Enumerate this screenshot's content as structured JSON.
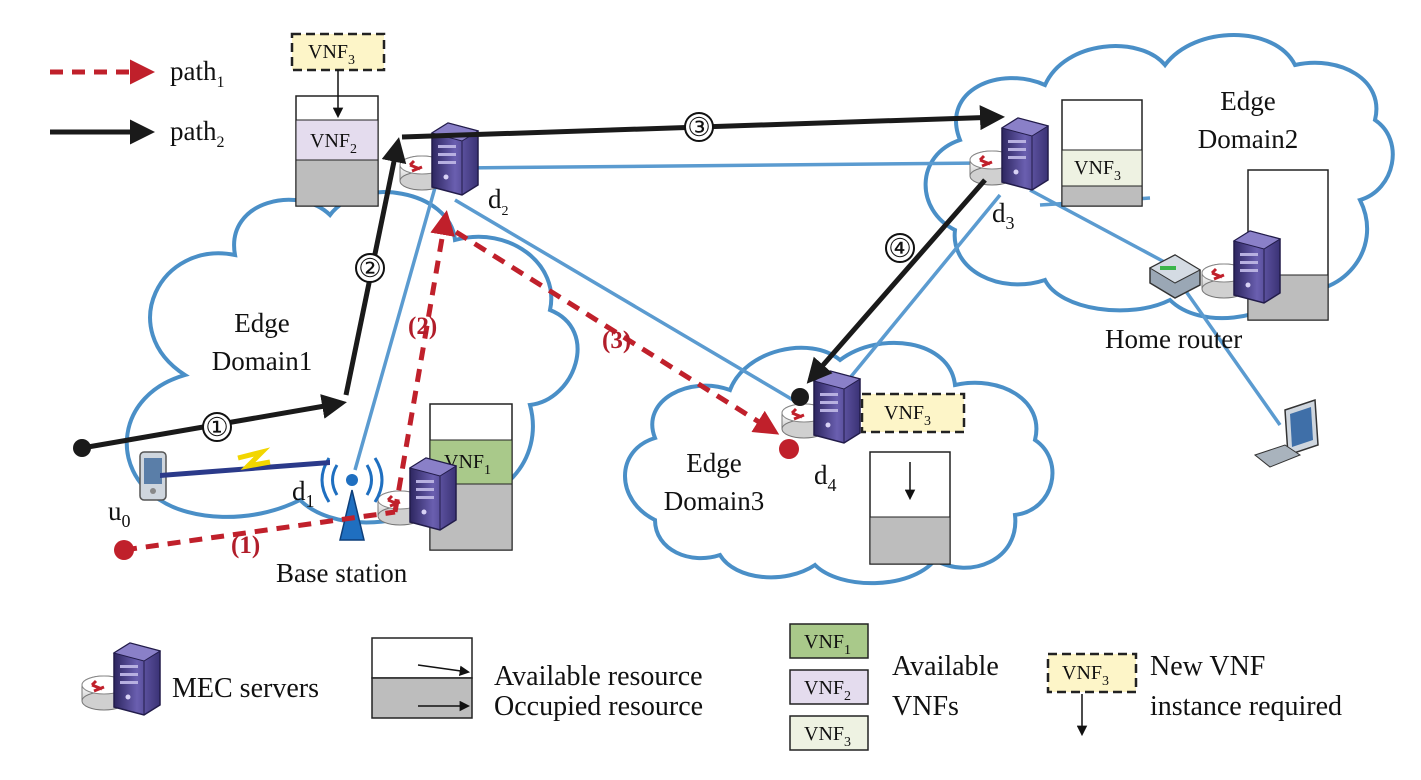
{
  "colors": {
    "cloud": "#4a8fc7",
    "link": "#5b9bd0",
    "path1": "#c0202b",
    "path2": "#1a1a1a",
    "vnf1": "#a9c98a",
    "vnf2": "#e4dcee",
    "vnf3": "#eef2e2",
    "new_vnf": "#fdf5c8",
    "occupied": "#bdbdbd",
    "server": "#4a3f84"
  },
  "icons": [
    "mec-server-icon",
    "router-disk-icon",
    "base-station-icon",
    "mobile-phone-icon",
    "home-router-icon",
    "desktop-computer-icon",
    "lightning-icon"
  ],
  "legend": {
    "path1": {
      "base": "path",
      "sub": "1"
    },
    "path2": {
      "base": "path",
      "sub": "2"
    },
    "mec_servers": "MEC servers",
    "available_resource": "Available resource",
    "occupied_resource": "Occupied resource",
    "available_vnfs_line1": "Available",
    "available_vnfs_line2": "VNFs",
    "new_vnf_line1": "New VNF",
    "new_vnf_line2": "instance required",
    "vnf1": {
      "base": "VNF",
      "sub": "1"
    },
    "vnf2": {
      "base": "VNF",
      "sub": "2"
    },
    "vnf3": {
      "base": "VNF",
      "sub": "3"
    },
    "new_vnf3": {
      "base": "VNF",
      "sub": "3"
    }
  },
  "domains": {
    "edge1": {
      "line1": "Edge",
      "line2": "Domain1"
    },
    "edge2": {
      "line1": "Edge",
      "line2": "Domain2"
    },
    "edge3": {
      "line1": "Edge",
      "line2": "Domain3"
    }
  },
  "nodes": {
    "u0": {
      "base": "u",
      "sub": "0"
    },
    "d1": {
      "base": "d",
      "sub": "1"
    },
    "d2": {
      "base": "d",
      "sub": "2"
    },
    "d3": {
      "base": "d",
      "sub": "3"
    },
    "d4": {
      "base": "d",
      "sub": "4"
    },
    "base_station": "Base station",
    "home_router": "Home router"
  },
  "vnf_boxes": {
    "d1": {
      "base": "VNF",
      "sub": "1"
    },
    "d2": {
      "base": "VNF",
      "sub": "2"
    },
    "d2_new": {
      "base": "VNF",
      "sub": "3"
    },
    "d3": {
      "base": "VNF",
      "sub": "3"
    },
    "d4_new": {
      "base": "VNF",
      "sub": "3"
    }
  },
  "path1_steps": [
    "(1)",
    "(2)",
    "(3)"
  ],
  "path2_steps": [
    "①",
    "②",
    "③",
    "④"
  ]
}
